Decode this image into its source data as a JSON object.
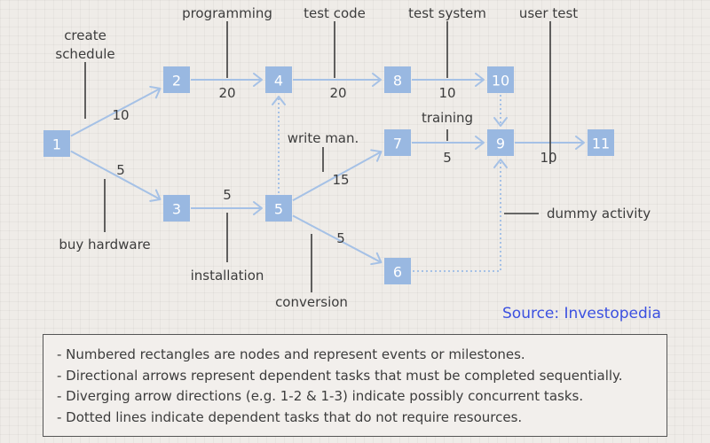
{
  "diagram": {
    "nodes": [
      {
        "id": "1",
        "label": "1"
      },
      {
        "id": "2",
        "label": "2"
      },
      {
        "id": "3",
        "label": "3"
      },
      {
        "id": "4",
        "label": "4"
      },
      {
        "id": "5",
        "label": "5"
      },
      {
        "id": "6",
        "label": "6"
      },
      {
        "id": "7",
        "label": "7"
      },
      {
        "id": "8",
        "label": "8"
      },
      {
        "id": "9",
        "label": "9"
      },
      {
        "id": "10",
        "label": "10"
      },
      {
        "id": "11",
        "label": "11"
      }
    ],
    "edges": [
      {
        "from": "1",
        "to": "2",
        "duration": "10",
        "activity": [
          "create",
          "schedule"
        ]
      },
      {
        "from": "1",
        "to": "3",
        "duration": "5",
        "activity": [
          "buy hardware"
        ]
      },
      {
        "from": "2",
        "to": "4",
        "duration": "20",
        "activity": [
          "programming"
        ]
      },
      {
        "from": "3",
        "to": "5",
        "duration": "5",
        "activity": [
          "installation"
        ]
      },
      {
        "from": "4",
        "to": "8",
        "duration": "20",
        "activity": [
          "test code"
        ]
      },
      {
        "from": "5",
        "to": "7",
        "duration": "15",
        "activity": [
          "write man."
        ]
      },
      {
        "from": "5",
        "to": "6",
        "duration": "5",
        "activity": [
          "conversion"
        ]
      },
      {
        "from": "8",
        "to": "10",
        "duration": "10",
        "activity": [
          "test system"
        ]
      },
      {
        "from": "7",
        "to": "9",
        "duration": "5",
        "activity": [
          "training"
        ]
      },
      {
        "from": "9",
        "to": "11",
        "duration": "10",
        "activity": [
          "user test"
        ]
      }
    ],
    "dummy_edges": [
      {
        "from": "5",
        "to": "4"
      },
      {
        "from": "10",
        "to": "9"
      },
      {
        "from": "6",
        "to": "9"
      }
    ],
    "dummy_label": "dummy activity",
    "colors": {
      "node": "#99b8e1",
      "edge": "#a5c1e6",
      "text": "#3c3c3c",
      "source": "#3b50e0"
    }
  },
  "source": "Source: Investopedia",
  "legend": [
    "- Numbered rectangles are nodes and represent events or milestones.",
    "- Directional arrows represent dependent tasks that must be completed sequentially.",
    "- Diverging arrow directions (e.g. 1-2 & 1-3) indicate possibly concurrent tasks.",
    "- Dotted lines indicate dependent tasks that do not require resources."
  ]
}
